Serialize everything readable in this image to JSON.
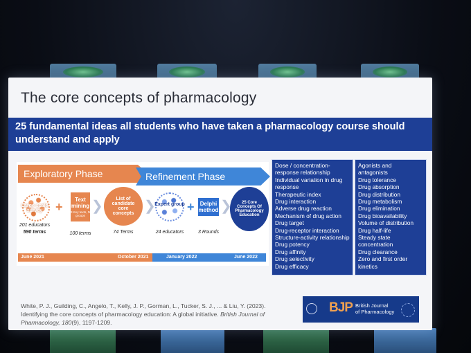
{
  "slide": {
    "title": "The core concepts of pharmacology",
    "subtitle": "25 fundamental ideas all students who have taken a pharmacology course should understand and apply"
  },
  "diagram": {
    "phases": [
      "Exploratory Phase",
      "Refinement Phase"
    ],
    "steps": {
      "survey_label": "Large scale survey",
      "survey_educators": "201 educators",
      "survey_terms": "590 terms",
      "mining_label": "Text mining",
      "mining_sub": "3 Key texts, N groups",
      "mining_terms": "100 terms",
      "list_label": "List of candidate core concepts",
      "list_terms": "74 Terms",
      "expert_label": "Expert group",
      "expert_count": "24 educators",
      "delphi_label": "Delphi method",
      "delphi_rounds": "3 Rounds",
      "final_label": "25 Core Concepts Of Pharmacology Education"
    },
    "timeline": [
      "June 2021",
      "October 2021",
      "January 2022",
      "June 2022"
    ]
  },
  "concepts_col1": [
    "Dose / concentration-",
    "response relationship",
    "Individual variation in drug",
    "response",
    "Therapeutic index",
    "Drug interaction",
    "Adverse drug reaction",
    "Mechanism of drug action",
    "Drug target",
    "Drug-receptor interaction",
    "Structure-activity relationship",
    "Drug potency",
    "Drug affinity",
    "Drug selectivity",
    "Drug efficacy"
  ],
  "concepts_col2": [
    "Agonists and",
    "antagonists",
    "Drug tolerance",
    "Drug absorption",
    "Drug distribution",
    "Drug metabolism",
    "Drug elimination",
    "Drug bioavailability",
    "Volume of distribution",
    "Drug half-life",
    "Steady state",
    "concentration",
    "Drug clearance",
    "Zero and first order",
    "kinetics"
  ],
  "reference": {
    "line1": "White, P. J., Guilding, C., Angelo, T., Kelly, J. P., Gorman, L., Tucker, S. J., ... & Liu, Y. (2023).",
    "line2": "Identifying the core concepts of pharmacology education: A global initiative.",
    "journal": "British Journal of Pharmacology, 180",
    "pages": "(9), 1197-1209."
  },
  "brand": {
    "mark": "BJP",
    "name_line1": "British Journal",
    "name_line2": "of Pharmacology"
  },
  "colors": {
    "banner": "#1e3f96",
    "exploratory": "#e6864f",
    "refinement": "#3f86d8",
    "slide_bg": "#f4f5f8"
  }
}
